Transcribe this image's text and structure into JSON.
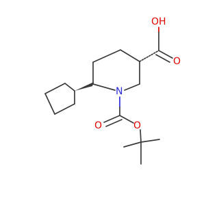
{
  "molecule": {
    "atoms": {
      "oh_label": "OH",
      "o_carboxyl_label": "O",
      "n_label": "N",
      "o_carbamate_carbonyl_label": "O",
      "o_carbamate_ester_label": "O"
    }
  },
  "colors": {
    "bond": "#3a3a3a",
    "oxygen": "#e00000",
    "nitrogen": "#2b2bd9",
    "background": "#ffffff"
  }
}
